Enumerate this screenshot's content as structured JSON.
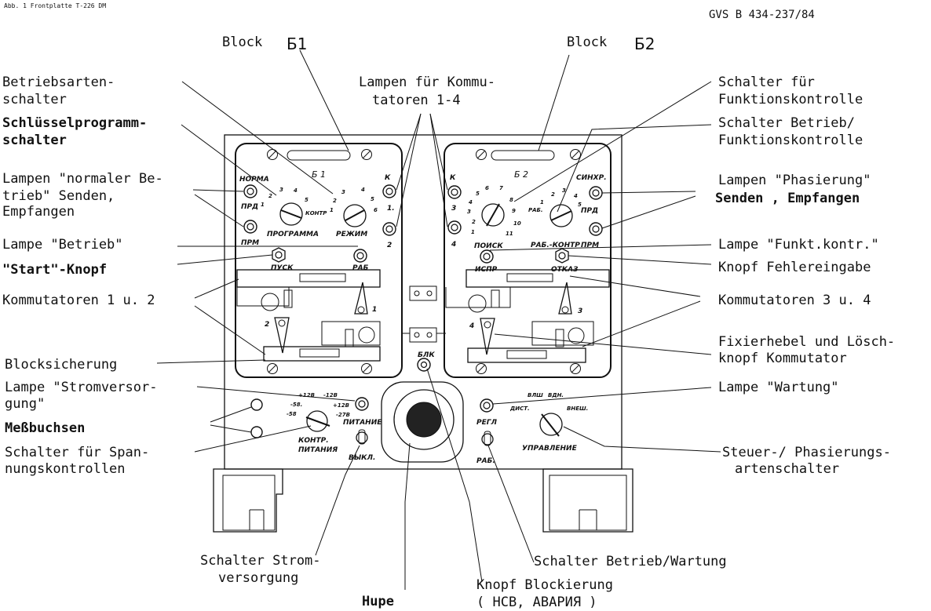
{
  "header": {
    "figure_caption": "Abb. 1  Frontplatte T-226 DM",
    "document_code": "GVS B 434-237/84"
  },
  "top_labels": {
    "block1": {
      "text": "Block",
      "number": "Б1"
    },
    "block2": {
      "text": "Block",
      "number": "Б2"
    },
    "lamps_commutators": [
      "Lampen für Kommu-",
      "tatoren 1-4"
    ]
  },
  "left_labels": {
    "betriebsartenschalter": [
      "Betriebsarten-",
      "schalter"
    ],
    "schluesselprogrammschalter": [
      "Schlüsselprogramm-",
      "schalter"
    ],
    "lampen_normaler_betrieb": [
      "Lampen \"normaler Be-",
      "trieb\" Senden,",
      "Empfangen"
    ],
    "lampe_betrieb": "Lampe \"Betrieb\"",
    "start_knopf": "\"Start\"-Knopf",
    "kommutatoren_1_2": "Kommutatoren 1 u. 2",
    "blocksicherung": "Blocksicherung",
    "lampe_stromversorgung": [
      "Lampe \"Stromversor-",
      "gung\""
    ],
    "messbuchsen": "Meßbuchsen",
    "schalter_spannungskontrollen": [
      "Schalter für Span-",
      "nungskontrollen"
    ]
  },
  "right_labels": {
    "schalter_funktionskontrolle": [
      "Schalter für",
      "Funktionskontrolle"
    ],
    "schalter_betrieb_funktionskontrolle": [
      "Schalter Betrieb/",
      "Funktionskontrolle"
    ],
    "lampen_phasierung": [
      "Lampen \"Phasierung\"",
      "Senden , Empfangen"
    ],
    "lampe_funktkontr": "Lampe \"Funkt.kontr.\"",
    "knopf_fehlereingabe": "Knopf Fehlereingabe",
    "kommutatoren_3_4": "Kommutatoren 3 u. 4",
    "fixierhebel": [
      "Fixierhebel und Lösch-",
      "knopf Kommutator"
    ],
    "lampe_wartung": "Lampe \"Wartung\"",
    "steuer_phasierungsartenschalter": [
      "Steuer-/ Phasierungs-",
      "artenschalter"
    ]
  },
  "bottom_labels": {
    "schalter_stromversorgung": [
      "Schalter  Strom-",
      "versorgung"
    ],
    "hupe": "Hupe",
    "knopf_blockierung": [
      "Knopf  Blockierung",
      "( НСВ, АВАРИЯ )"
    ],
    "schalter_betrieb_wartung": "Schalter Betrieb/Wartung"
  },
  "panel_b1": {
    "title": "Б 1",
    "lamp_norma": "НОРМА",
    "lamp_prd": "ПРД",
    "lamp_prm": "ПРМ",
    "lamp_k": "К",
    "lamp_1": "1.",
    "lamp_2": "2",
    "programma": "ПРОГРАММА",
    "rezhim": "РЕЖИМ",
    "kontr": "КОНТР",
    "pusk": "ПУСК",
    "rab": "РАБ",
    "commutator_1": "1",
    "commutator_2": "2",
    "dial_prog": [
      "1",
      "2",
      "3",
      "4",
      "5"
    ],
    "dial_mode": [
      "1",
      "2",
      "3",
      "4",
      "5",
      "6"
    ]
  },
  "panel_b2": {
    "title": "Б 2",
    "lamp_k": "К",
    "lamp_3": "3",
    "lamp_4": "4",
    "sinkhr": "СИНХР.",
    "prd": "ПРД",
    "prm": "ПРМ",
    "poisk": "ПОИСК",
    "rab_kontr": "РАБ.-КОНТР",
    "ispr": "ИСПР",
    "otkaz": "ОТКАЗ",
    "rab_short": "РАБ.",
    "commutator_3": "3",
    "commutator_4": "4",
    "dial_search": [
      "1",
      "2",
      "3",
      "4",
      "5",
      "6",
      "7",
      "8",
      "9",
      "10",
      "11"
    ],
    "dial_func": [
      "1",
      "2",
      "3",
      "4",
      "5"
    ]
  },
  "lower_panel": {
    "blk": "БЛК",
    "kontr_pitaniya": [
      "КОНТР.",
      "ПИТАНИЯ"
    ],
    "pitanie": "ПИТАНИЕ",
    "vykl": "ВЫКЛ.",
    "volt_scale": [
      "+12В",
      "-12В",
      "-58.",
      "+12В",
      "-58",
      "-27В"
    ],
    "regl": "РЕГЛ",
    "rab": "РАБ.",
    "upravlenie": "УПРАВЛЕНИЕ",
    "mode_scale": [
      "ДИСТ.",
      "ВЛШ",
      "ВДН.",
      "ВНЕШ."
    ]
  },
  "colors": {
    "ink": "#111111",
    "paper": "#ffffff"
  }
}
